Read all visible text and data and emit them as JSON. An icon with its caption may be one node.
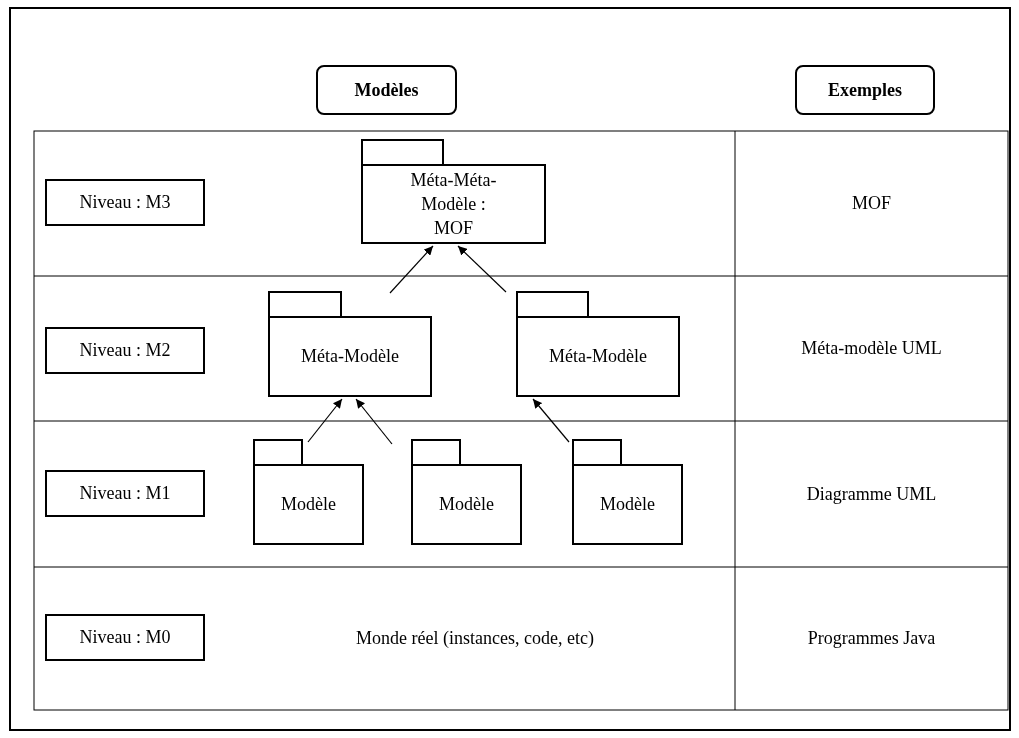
{
  "diagram": {
    "nodes": [
      {
        "text": [
          "Modèles"
        ]
      },
      {
        "text": [
          "Exemples"
        ]
      },
      {
        "text": [
          "Niveau : M3"
        ]
      },
      {
        "text": [
          "Méta-Méta-Modèle : MOF"
        ]
      },
      {
        "text": [
          "Niveau : M2"
        ]
      },
      {
        "text": [
          "Méta-Modèle"
        ]
      },
      {
        "text": [
          "Méta-Modèle"
        ]
      },
      {
        "text": [
          "Niveau : M1"
        ]
      },
      {
        "text": [
          "Modèle"
        ]
      },
      {
        "text": [
          "Modèle"
        ]
      },
      {
        "text": [
          "Modèle"
        ]
      },
      {
        "text": [
          "Niveau : M0"
        ]
      }
    ],
    "edges": [
      {
        "from": 5,
        "to": 3,
        "arrow": "to"
      },
      {
        "from": 6,
        "to": 3,
        "arrow": "to"
      },
      {
        "from": 8,
        "to": 5,
        "arrow": "to"
      },
      {
        "from": 9,
        "to": 5,
        "arrow": "to"
      },
      {
        "from": 10,
        "to": 6,
        "arrow": "to"
      }
    ],
    "labels": [
      "MOF",
      "Méta-modèle UML",
      "Diagramme UML",
      "Monde réel (instances, code, etc)",
      "Programmes Java"
    ]
  }
}
